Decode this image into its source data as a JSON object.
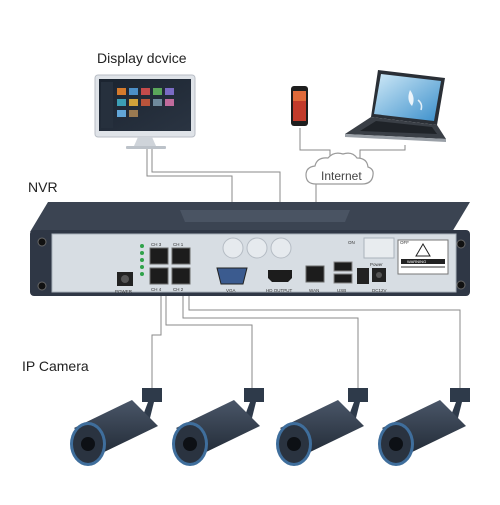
{
  "labels": {
    "display_device": "Display dcvice",
    "nvr": "NVR",
    "ip_camera": "IP Camera",
    "internet": "Internet"
  },
  "panel": {
    "ch3": "CH 3",
    "ch1": "CH 1",
    "ch4": "CH 4",
    "ch2": "CH 2",
    "power": "POWER",
    "vga": "VGA",
    "hd_output": "HD OUTPUT",
    "wan": "WAN",
    "usb": "USB",
    "on": "ON",
    "off": "OFF",
    "power_switch": "Power",
    "dc12v": "DC12V",
    "warning": "WARNING"
  },
  "colors": {
    "nvr_body": "#2f3745",
    "nvr_top": "#3b4452",
    "panel": "#d7dde3",
    "camera": "#2e3a4a",
    "camera_ring": "#3f6e9c",
    "cable": "#7a7a7a"
  },
  "icons": {
    "monitor": "monitor-icon",
    "phone": "smartphone-icon",
    "laptop": "laptop-icon",
    "cloud": "cloud-icon"
  }
}
